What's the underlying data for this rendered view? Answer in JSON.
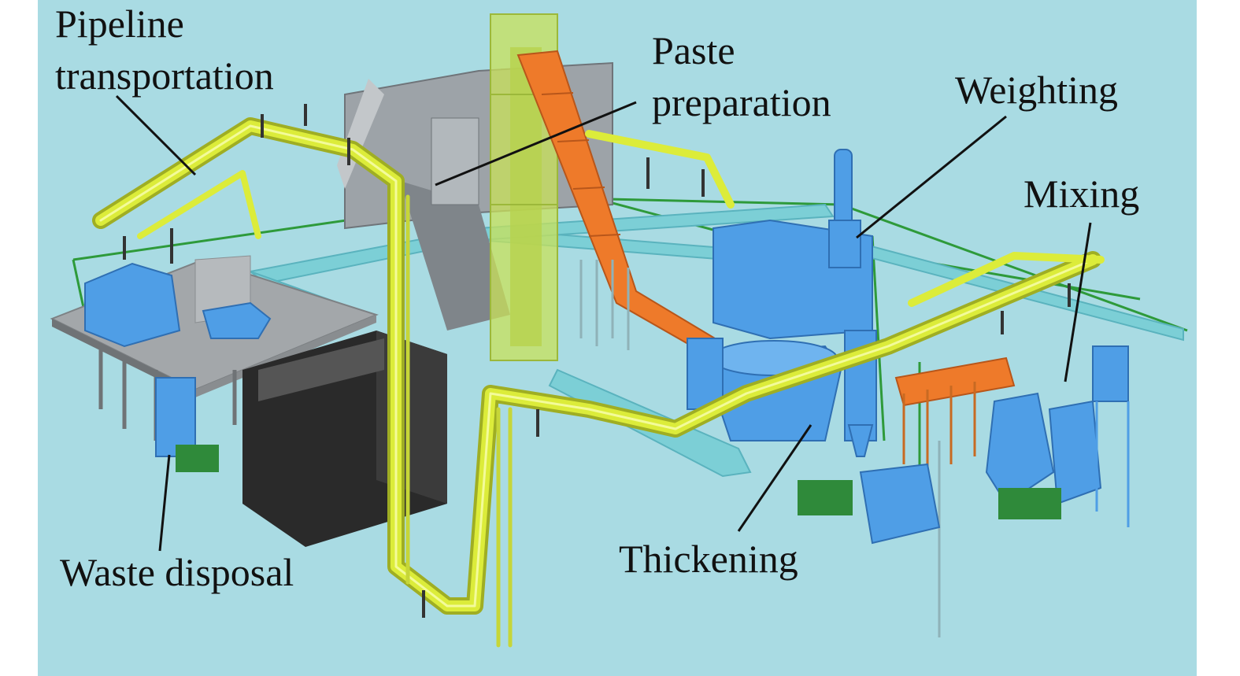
{
  "colors": {
    "background": "#a9dbe3",
    "pipeline": "#dcec3a",
    "paste_tower": "#c9e25a",
    "conveyor": "#ee7a2a",
    "equipment": "#4f9ee6",
    "frame": "#2e9a3a",
    "walkway": "#7ccfd6",
    "building": "#2a2a2a",
    "platform": "#a3a7aa",
    "label_text": "#111111",
    "leader_line": "#111111"
  },
  "labels": {
    "pipeline": [
      "Pipeline",
      "transportation"
    ],
    "paste": [
      "Paste",
      "preparation"
    ],
    "weighting": "Weighting",
    "mixing": "Mixing",
    "waste": "Waste disposal",
    "thickening": "Thickening"
  }
}
